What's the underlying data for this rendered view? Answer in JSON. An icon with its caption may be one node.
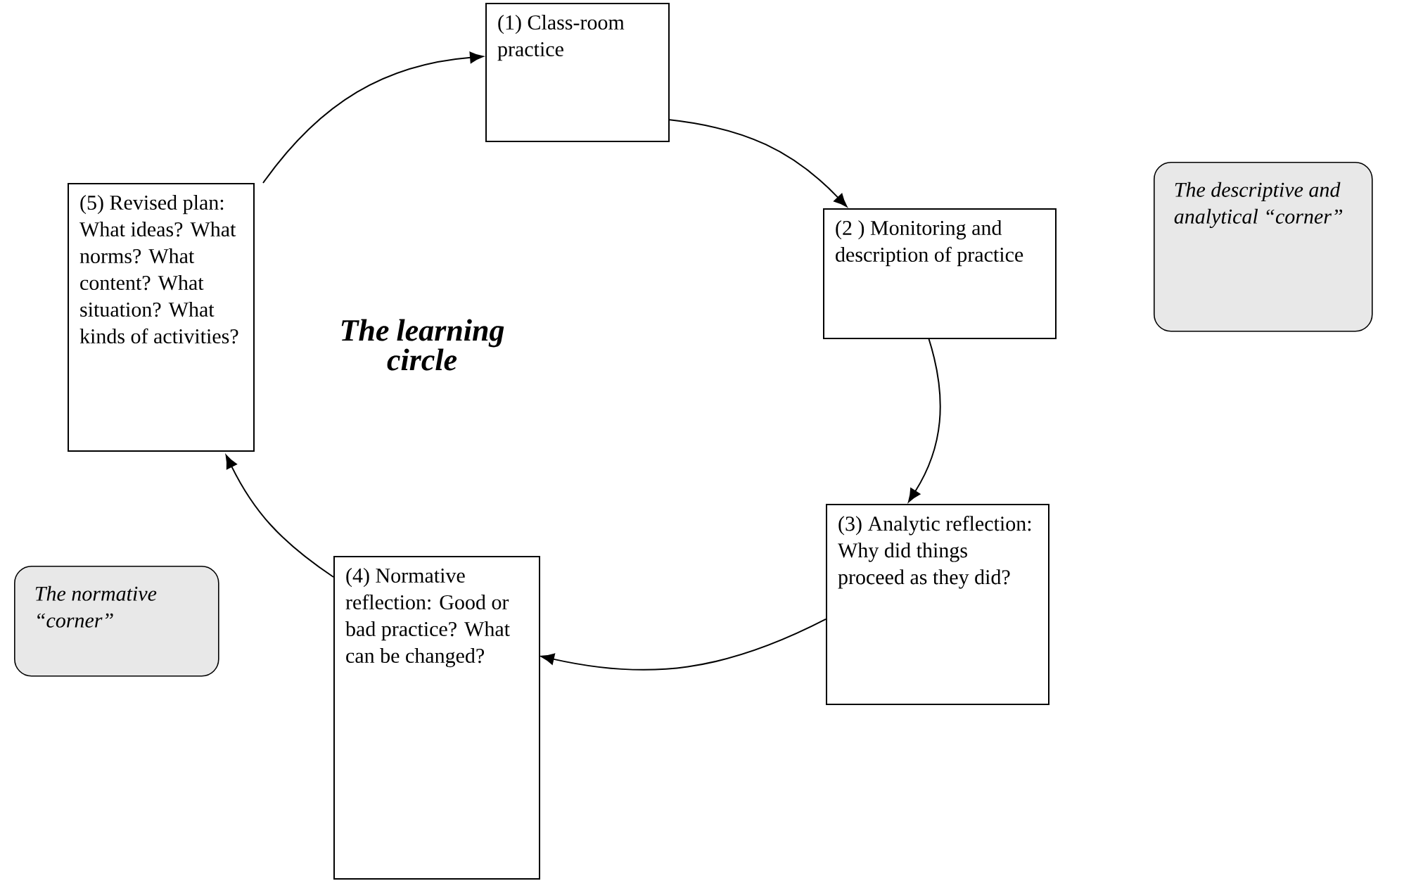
{
  "diagram": {
    "title": "The learning circle",
    "nodes": [
      {
        "text": [
          "(1) Class-room practice"
        ]
      },
      {
        "text": [
          "(2 ) Monitoring and description of practice"
        ]
      },
      {
        "text": [
          "(3) Analytic reflection: Why did things proceed as they did?"
        ]
      },
      {
        "text": [
          "(4) Normative reflection: Good or bad practice? What can be changed?"
        ]
      },
      {
        "text": [
          "(5) Revised plan: What ideas? What norms? What content? What situation? What kinds of activities?"
        ]
      },
      {
        "text": [
          "The descriptive and analytical “corner”"
        ]
      },
      {
        "text": [
          "The normative “corner”"
        ]
      }
    ],
    "edges": [
      {
        "from": 0,
        "to": 1,
        "arrow": "to"
      },
      {
        "from": 1,
        "to": 2,
        "arrow": "to"
      },
      {
        "from": 2,
        "to": 3,
        "arrow": "to"
      },
      {
        "from": 3,
        "to": 4,
        "arrow": "to"
      },
      {
        "from": 4,
        "to": 0,
        "arrow": "to"
      }
    ]
  }
}
